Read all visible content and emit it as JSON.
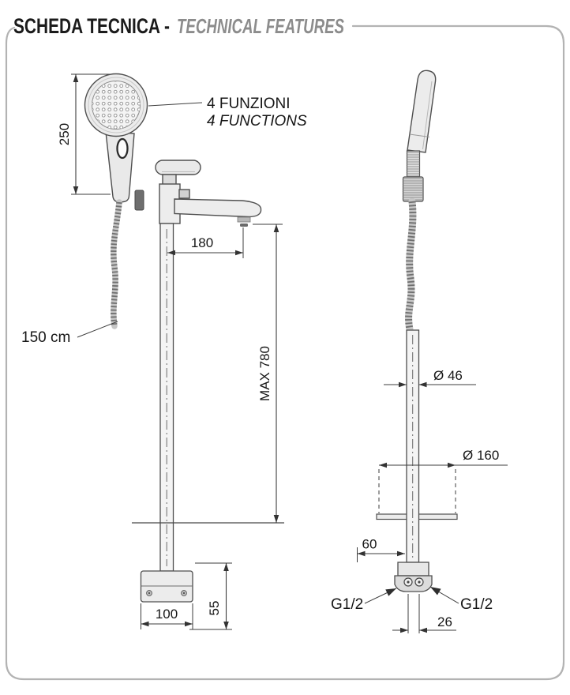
{
  "header": {
    "title_primary": "SCHEDA TECNICA -",
    "title_secondary": "TECHNICAL FEATURES"
  },
  "front_view": {
    "dim_handshower_height": "250",
    "label_functions_it": "4 FUNZIONI",
    "label_functions_en": "4 FUNCTIONS",
    "label_hose_length": "150 cm",
    "dim_spout_reach": "180",
    "dim_max_height": "MAX 780",
    "dim_base_width": "100",
    "dim_base_height": "55"
  },
  "side_view": {
    "dim_column_diameter": "Ø 46",
    "dim_plate_diameter": "Ø 160",
    "dim_offset": "60",
    "dim_inlet_spacing": "26",
    "label_inlet_left": "G1/2",
    "label_inlet_right": "G1/2"
  },
  "colors": {
    "outline": "#4f4f4f",
    "dimension": "#3d3d3d",
    "title_primary": "#1b1b1b",
    "title_secondary": "#8c8c8c",
    "border": "#b3b3b3",
    "fill_light": "#ededed"
  }
}
